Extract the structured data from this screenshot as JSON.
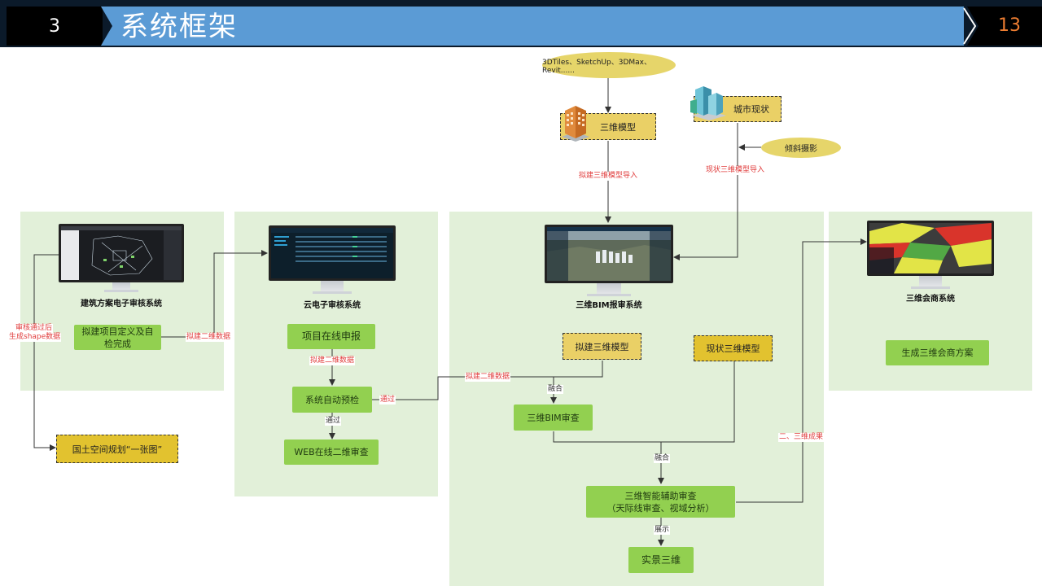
{
  "header": {
    "section_number": "3",
    "title": "系统框架",
    "page_number": "13"
  },
  "sources": {
    "formats": "3DTiles、SketchUp、3DMax、Revit......",
    "model_3d": "三维模型",
    "city_status": "城市现状",
    "oblique_photo": "倾斜摄影"
  },
  "systems": {
    "arch": "建筑方案电子审核系统",
    "cloud": "云电子审核系统",
    "bim": "三维BIM报审系统",
    "consult": "三维会商系统"
  },
  "boxes": {
    "define_check": "拟建项目定义及自检完成",
    "land_plan": "国土空间规划“一张图”",
    "online_apply": "项目在线申报",
    "auto_check": "系统自动预检",
    "web_review": "WEB在线二维审查",
    "proposed_3d": "拟建三维模型",
    "status_3d": "现状三维模型",
    "bim_review": "三维BIM审查",
    "smart_review_1": "三维智能辅助审查",
    "smart_review_2": "（天际线审查、视域分析）",
    "live_3d": "实景三维",
    "consult_plan": "生成三维会商方案"
  },
  "edges": {
    "import_proposed": "拟建三维模型导入",
    "import_status": "现状三维模型导入",
    "after_review_1": "审核通过后",
    "after_review_2": "生成shape数据",
    "proposed_2d_a": "拟建二维数据",
    "proposed_2d_b": "拟建二维数据",
    "proposed_2d_c": "拟建二维数据",
    "pass_a": "通过",
    "pass_b": "通过",
    "merge_a": "融合",
    "merge_b": "融合",
    "show": "展示",
    "result_23d": "二、三维成果"
  },
  "colors": {
    "header_blue": "#5b9bd5",
    "panel_green": "#e2f0d9",
    "box_green": "#92d050",
    "box_yellow": "#ead066",
    "edge_label_red": "#e03c3c",
    "page_number_orange": "#ed7d31"
  }
}
